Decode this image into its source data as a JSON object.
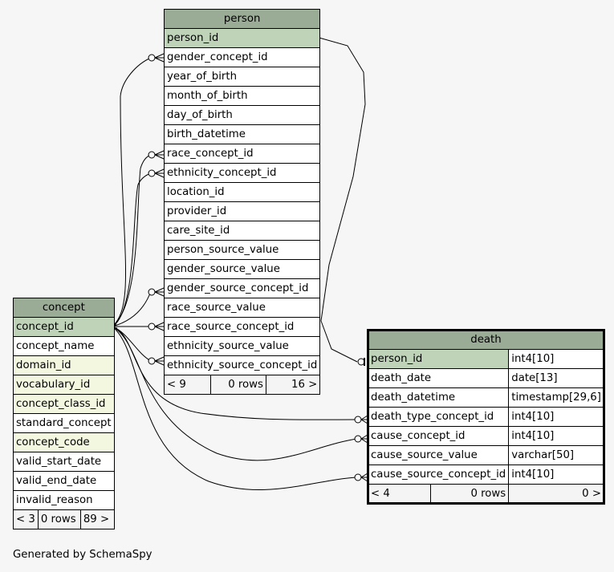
{
  "tables": {
    "person": {
      "name": "person",
      "columns": [
        "person_id",
        "gender_concept_id",
        "year_of_birth",
        "month_of_birth",
        "day_of_birth",
        "birth_datetime",
        "race_concept_id",
        "ethnicity_concept_id",
        "location_id",
        "provider_id",
        "care_site_id",
        "person_source_value",
        "gender_source_value",
        "gender_source_concept_id",
        "race_source_value",
        "race_source_concept_id",
        "ethnicity_source_value",
        "ethnicity_source_concept_id"
      ],
      "footer": {
        "parents": "< 9",
        "rows": "0 rows",
        "children": "16 >"
      }
    },
    "concept": {
      "name": "concept",
      "columns": [
        "concept_id",
        "concept_name",
        "domain_id",
        "vocabulary_id",
        "concept_class_id",
        "standard_concept",
        "concept_code",
        "valid_start_date",
        "valid_end_date",
        "invalid_reason"
      ],
      "indexed": [
        "domain_id",
        "vocabulary_id",
        "concept_class_id",
        "concept_code"
      ],
      "footer": {
        "parents": "< 3",
        "rows": "0 rows",
        "children": "89 >"
      }
    },
    "death": {
      "name": "death",
      "columns": [
        {
          "name": "person_id",
          "type": "int4[10]"
        },
        {
          "name": "death_date",
          "type": "date[13]"
        },
        {
          "name": "death_datetime",
          "type": "timestamp[29,6]"
        },
        {
          "name": "death_type_concept_id",
          "type": "int4[10]"
        },
        {
          "name": "cause_concept_id",
          "type": "int4[10]"
        },
        {
          "name": "cause_source_value",
          "type": "varchar[50]"
        },
        {
          "name": "cause_source_concept_id",
          "type": "int4[10]"
        }
      ],
      "footer": {
        "parents": "< 4",
        "rows": "0 rows",
        "children": "0 >"
      }
    }
  },
  "relationships": [
    {
      "from": "concept.concept_id",
      "to": "person.gender_concept_id"
    },
    {
      "from": "concept.concept_id",
      "to": "person.race_concept_id"
    },
    {
      "from": "concept.concept_id",
      "to": "person.ethnicity_concept_id"
    },
    {
      "from": "concept.concept_id",
      "to": "person.gender_source_concept_id"
    },
    {
      "from": "concept.concept_id",
      "to": "person.race_source_concept_id"
    },
    {
      "from": "concept.concept_id",
      "to": "person.ethnicity_source_concept_id"
    },
    {
      "from": "concept.concept_id",
      "to": "death.death_type_concept_id"
    },
    {
      "from": "concept.concept_id",
      "to": "death.cause_concept_id"
    },
    {
      "from": "concept.concept_id",
      "to": "death.cause_source_concept_id"
    },
    {
      "from": "person.person_id",
      "to": "death.person_id"
    }
  ],
  "colors": {
    "header": "#9aab96",
    "primary_key": "#bfd3b9",
    "indexed": "#f4f7df",
    "background": "#f6f6f6"
  },
  "footer_text": "Generated by SchemaSpy"
}
